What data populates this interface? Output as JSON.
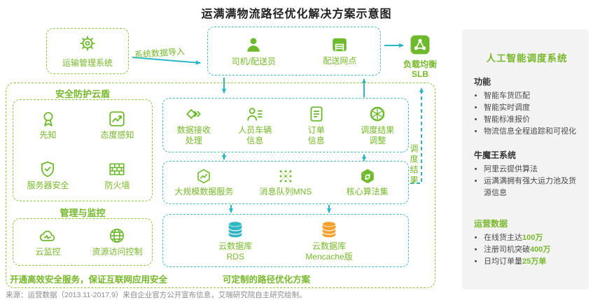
{
  "title": "运满满物流路径优化解决方案示意图",
  "source": "来源：运营数据（2013.11-2017.9）来自企业官方公开宣布信息，艾瑞研究院自主研究绘制。",
  "colors": {
    "green_text": "#76b82a",
    "green_border": "#8cc63f",
    "teal_border": "#45b9c0",
    "cyan_arrow": "#2ab6c5",
    "icon_green": "#6eb92c",
    "db_teal": "#2fb6c2",
    "db_orange": "#f5a02d",
    "panel_bg": "#f3f3f3"
  },
  "top": {
    "tms_label": "运输管理系统",
    "tms_icon": "gear-icon",
    "import_arrow_label": "系统数据导入",
    "driver_label": "司机/配送员",
    "driver_icon": "driver-person-icon",
    "station_label": "配送网点",
    "station_icon": "garage-icon",
    "slb_icon": "load-balancer-icon",
    "slb_line1": "负载均衡",
    "slb_line2": "SLB"
  },
  "security": {
    "title": "安全防护云盾",
    "items": [
      {
        "icon": "medal-icon",
        "label": "先知"
      },
      {
        "icon": "trend-chart-icon",
        "label": "态度感知"
      },
      {
        "icon": "shield-check-icon",
        "label": "服务器安全"
      },
      {
        "icon": "firewall-icon",
        "label": "防火墙"
      }
    ],
    "monitor_title": "管理与监控",
    "monitor_items": [
      {
        "icon": "cloud-monitor-icon",
        "label": "云监控"
      },
      {
        "icon": "globe-icon",
        "label": "资源访问控制"
      }
    ],
    "caption": "开通高效安全服务，保证互联网应用安全"
  },
  "pipeline": {
    "row1": [
      {
        "icon": "data-receive-icon",
        "line1": "数据接收",
        "line2": "处理"
      },
      {
        "icon": "person-vehicle-icon",
        "line1": "人员车辆",
        "line2": "信息"
      },
      {
        "icon": "order-doc-icon",
        "line1": "订单",
        "line2": "信息"
      },
      {
        "icon": "network-sphere-icon",
        "line1": "调度结果",
        "line2": "调整"
      }
    ],
    "row2": [
      {
        "icon": "hexagon-chart-icon",
        "label": "大规模数据服务"
      },
      {
        "icon": "dot-matrix-icon",
        "label": "消息队列MNS"
      },
      {
        "icon": "cube-sync-icon",
        "label": "核心算法集"
      }
    ],
    "row3": [
      {
        "icon": "database-teal-icon",
        "line1": "云数据库",
        "line2": "RDS"
      },
      {
        "icon": "database-orange-icon",
        "line1": "云数据库",
        "line2": "Mencache版"
      }
    ],
    "caption": "可定制的路径优化方案",
    "result_label": "调度结果"
  },
  "panel": {
    "title": "人工智能调度系统",
    "sections": [
      {
        "heading": "功能",
        "bullets": [
          "智能车货匹配",
          "智能实时调度",
          "智能标准报价",
          "物流信息全程追踪和可视化"
        ]
      },
      {
        "heading": "牛魔王系统",
        "bullets": [
          "阿里云提供算法",
          "运满满拥有强大运力池及货源信息"
        ]
      },
      {
        "heading": "运营数据",
        "bullets": [
          {
            "text": "在线货主达",
            "highlight": "100万"
          },
          {
            "text": "注册司机突破",
            "highlight": "400万"
          },
          {
            "text": "日均订单量",
            "highlight": "25万单"
          }
        ]
      }
    ]
  }
}
